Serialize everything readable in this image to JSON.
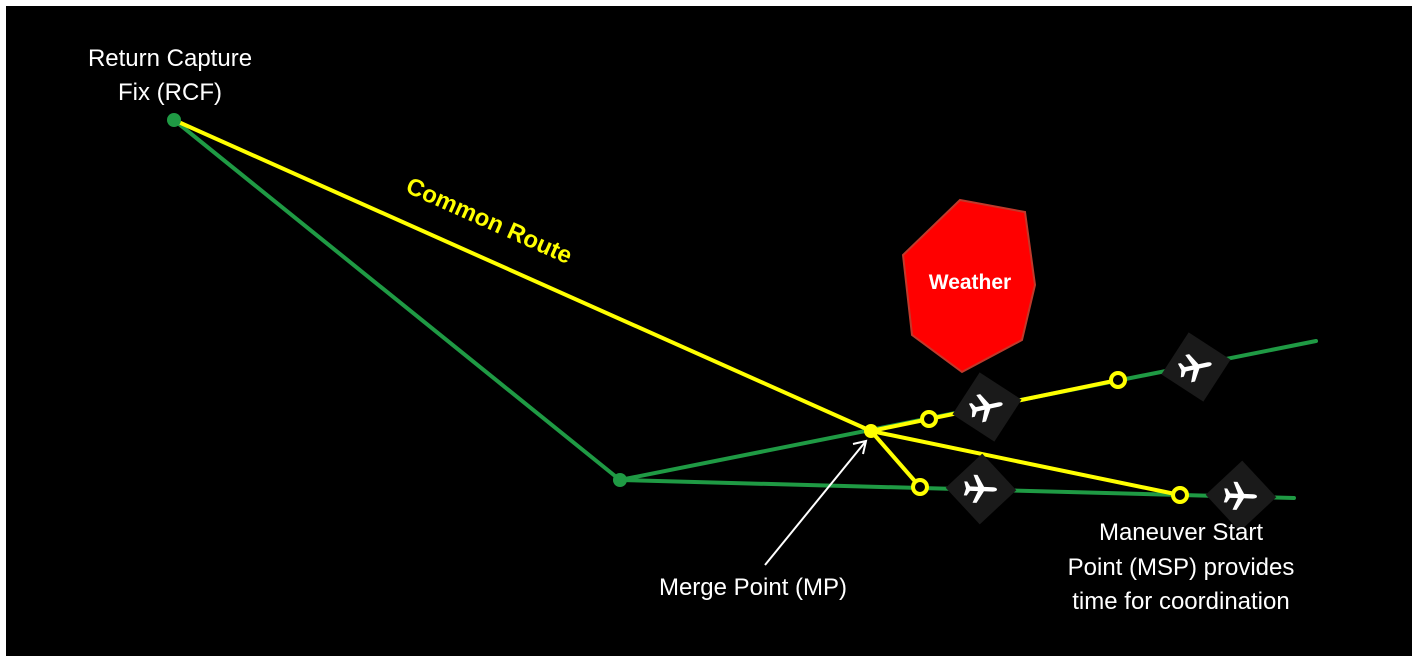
{
  "labels": {
    "rcf_line1": "Return Capture",
    "rcf_line2": "Fix (RCF)",
    "common_route": "Common Route",
    "weather": "Weather",
    "merge_point": "Merge Point (MP)",
    "msp_line1": "Maneuver Start",
    "msp_line2": "Point (MSP) provides",
    "msp_line3": "time for coordination"
  },
  "colors": {
    "background": "#000000",
    "border": "#ffffff",
    "green_route": "#1f9a44",
    "yellow_route": "#ffff00",
    "weather_fill": "#ff0000",
    "weather_stroke": "#c0392b",
    "aircraft": "#ffffff",
    "aircraft_tile": "#1a1a1a"
  },
  "icons": {
    "aircraft": "aircraft-icon",
    "waypoint": "waypoint-marker",
    "fix": "fix-dot"
  }
}
